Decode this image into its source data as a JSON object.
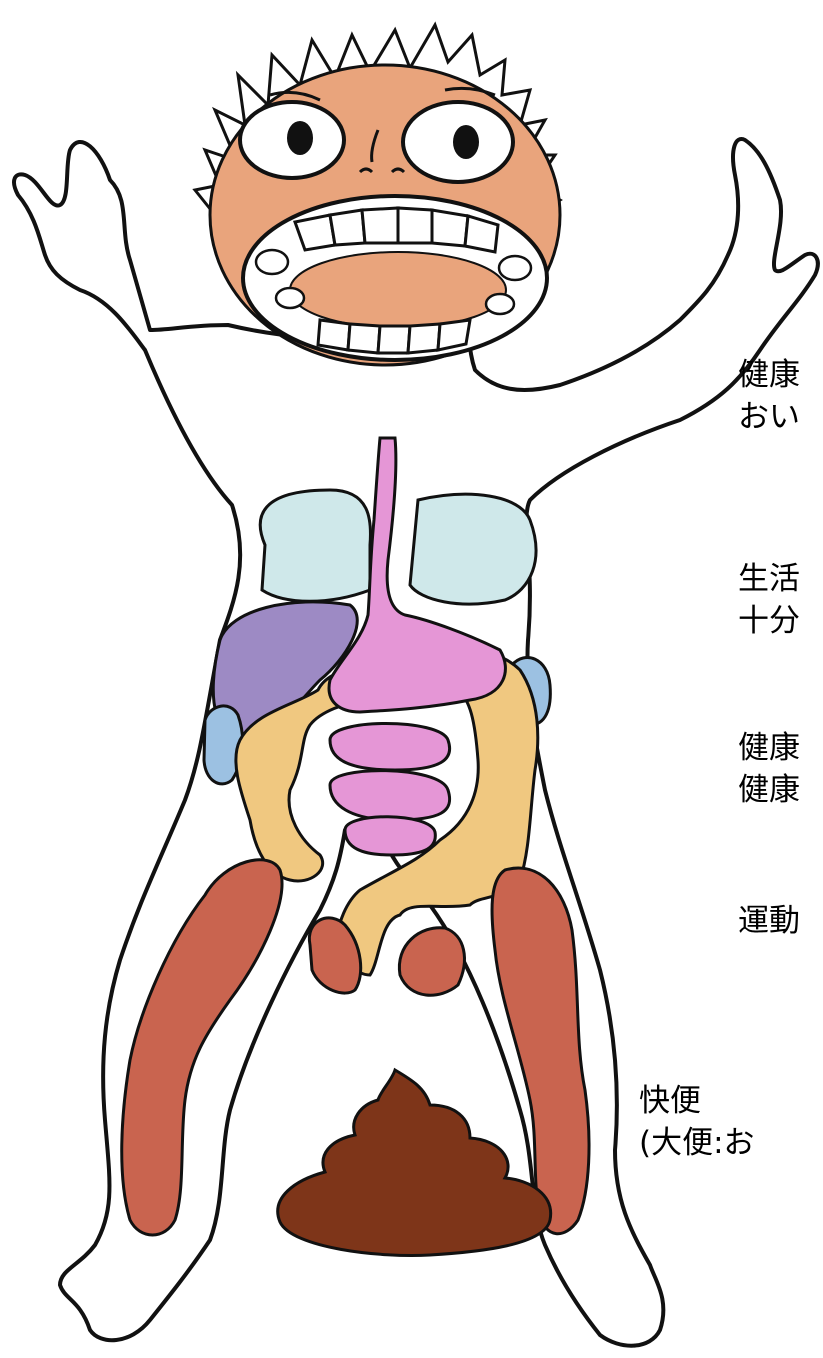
{
  "annotations": [
    {
      "lines": [
        "健康",
        "おい"
      ]
    },
    {
      "lines": [
        "生活",
        "十分"
      ]
    },
    {
      "lines": [
        "健康",
        "健康"
      ]
    },
    {
      "lines": [
        "運動"
      ]
    },
    {
      "lines": [
        "快便",
        "(大便:お"
      ]
    }
  ],
  "colors": {
    "outline": "#111111",
    "skin": "#e9a47c",
    "tongue": "#e9a47c",
    "esophagus_stomach": "#e596d6",
    "lungs": "#cfe8ea",
    "liver": "#9d8ac4",
    "colon": "#f0c880",
    "small_intestine": "#e596d6",
    "kidneys": "#9cc1e2",
    "muscle": "#c9644f",
    "stool": "#7e3519",
    "hair": "#111111"
  },
  "icons": {
    "body": "human-body-icon",
    "stool": "stool-icon"
  }
}
